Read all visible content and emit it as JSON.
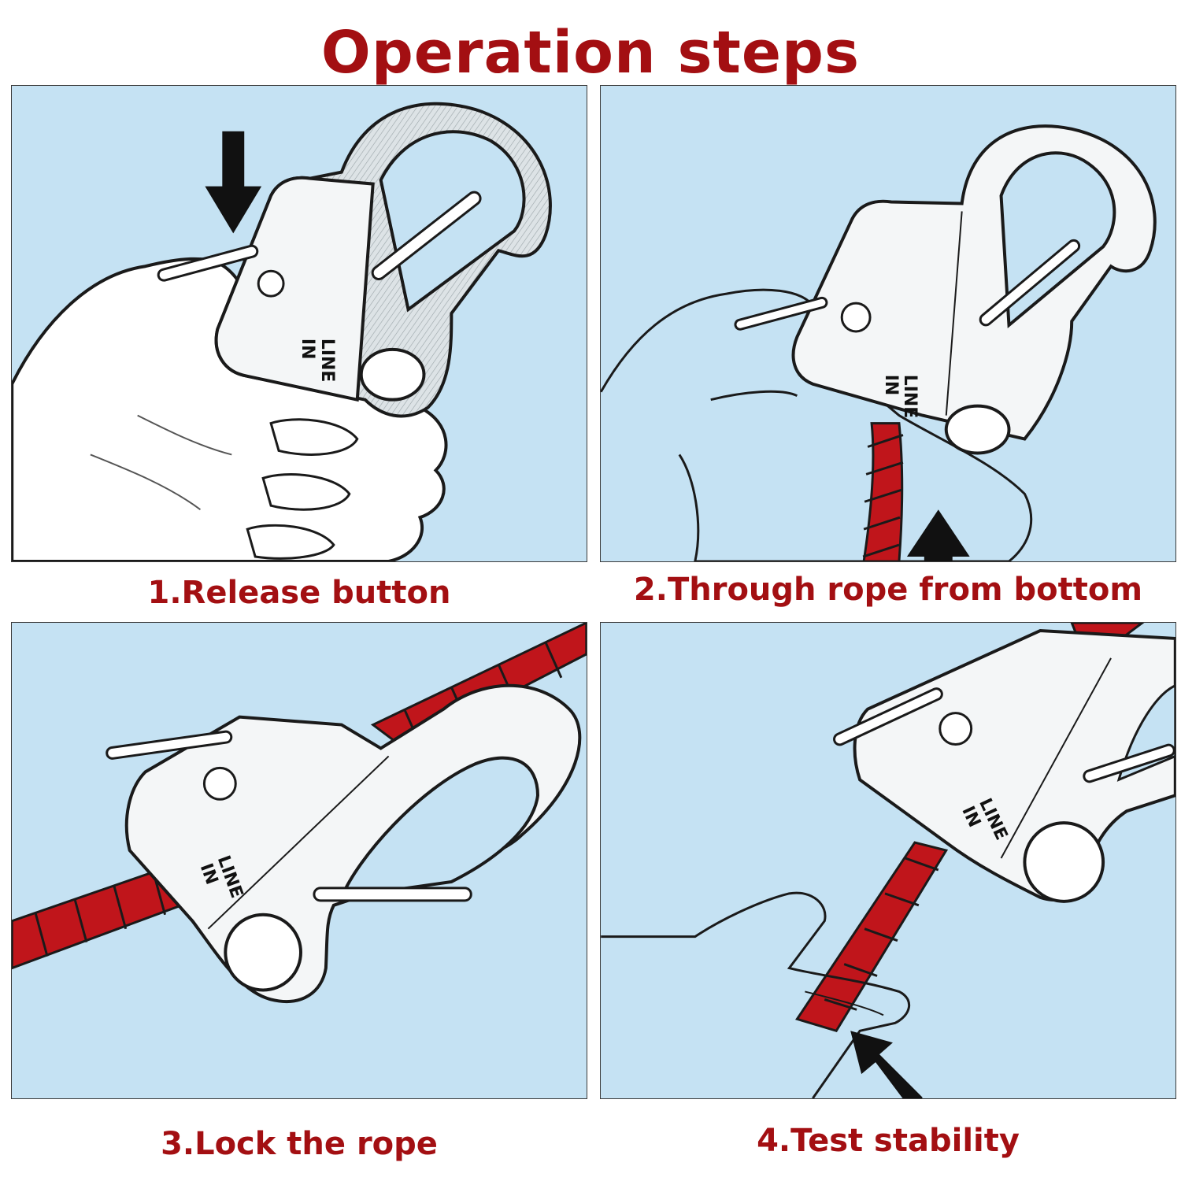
{
  "title": "Operation steps",
  "steps": [
    {
      "label": "1.Release button"
    },
    {
      "label": "2.Through rope from bottom"
    },
    {
      "label": "3.Lock the rope"
    },
    {
      "label": "4.Test stability"
    }
  ],
  "device_text": {
    "line1": "LINE",
    "line2": "IN"
  },
  "colors": {
    "title": "#a30f12",
    "panel_bg": "#c5e2f3",
    "rope": "#c0151b",
    "outline": "#1a1a1a"
  },
  "icons": {
    "arrow": "arrow-icon",
    "hand": "hand-icon",
    "device": "rope-ratchet-icon",
    "rope": "rope-icon"
  }
}
